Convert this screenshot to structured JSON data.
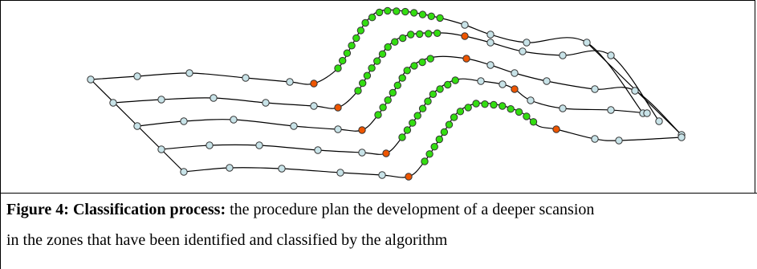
{
  "caption": {
    "label": "Figure 4: Classification process:",
    "text_line1": " the procedure plan the development of a deeper scansion",
    "text_line2": "in the zones that have been identified and classified by the algorithm"
  },
  "legend_colors": {
    "line": "#000000",
    "point_fill": "#c8e3e8",
    "detected_fill": "#33dd11",
    "boundary_fill": "#ee5500",
    "outline": "#333333"
  }
}
